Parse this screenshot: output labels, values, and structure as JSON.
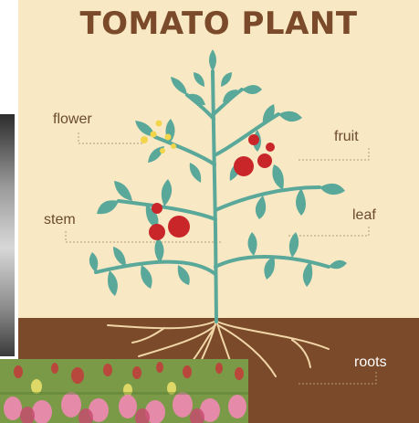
{
  "diagram": {
    "title": "TOMATO PLANT",
    "labels": {
      "flower": "flower",
      "fruit": "fruit",
      "stem": "stem",
      "leaf": "leaf",
      "roots": "roots"
    },
    "colors": {
      "background": "#f8e8c4",
      "soil": "#7a4a2a",
      "stem": "#5aa89a",
      "leaf": "#5aa89a",
      "fruit": "#c9262a",
      "flower": "#f2d54a",
      "root": "#f1d6a8",
      "title": "#7a4a2a"
    }
  },
  "photos": {
    "left_photo": "grey-jar-photo",
    "bottom_photo": "tulip-field-photo"
  }
}
